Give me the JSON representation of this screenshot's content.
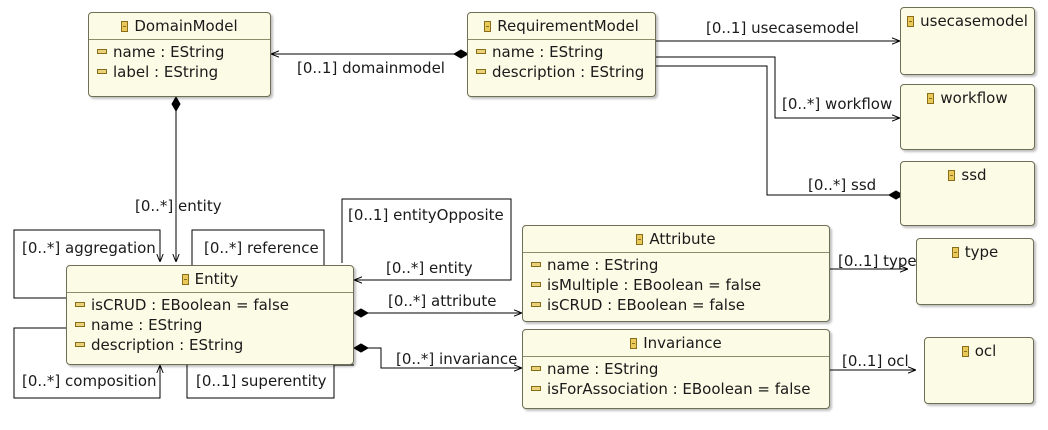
{
  "classes": {
    "domain_model": {
      "name": "DomainModel",
      "attributes": [
        "name : EString",
        "label : EString"
      ]
    },
    "requirement_model": {
      "name": "RequirementModel",
      "attributes": [
        "name : EString",
        "description : EString"
      ]
    },
    "usecasemodel": {
      "name": "usecasemodel"
    },
    "workflow": {
      "name": "workflow"
    },
    "ssd": {
      "name": "ssd"
    },
    "entity": {
      "name": "Entity",
      "attributes": [
        "isCRUD : EBoolean = false",
        "name : EString",
        "description : EString"
      ]
    },
    "attribute": {
      "name": "Attribute",
      "attributes": [
        "name : EString",
        "isMultiple : EBoolean = false",
        "isCRUD : EBoolean = false"
      ]
    },
    "type": {
      "name": "type"
    },
    "invariance": {
      "name": "Invariance",
      "attributes": [
        "name : EString",
        "isForAssociation : EBoolean = false"
      ]
    },
    "ocl": {
      "name": "ocl"
    }
  },
  "references": {
    "usecasemodel": "[0..1] usecasemodel",
    "domainmodel": "[0..1] domainmodel",
    "workflow": "[0..*] workflow",
    "ssd": "[0..*] ssd",
    "entity": "[0..*] entity",
    "entity_opposite": "[0..1] entityOpposite",
    "aggregation": "[0..*] aggregation",
    "reference": "[0..*] reference",
    "entity_back": "[0..*] entity",
    "attribute": "[0..*] attribute",
    "type": "[0..1] type",
    "invariance": "[0..*] invariance",
    "ocl": "[0..1] ocl",
    "composition": "[0..*] composition",
    "superentity": "[0..1] superentity"
  }
}
